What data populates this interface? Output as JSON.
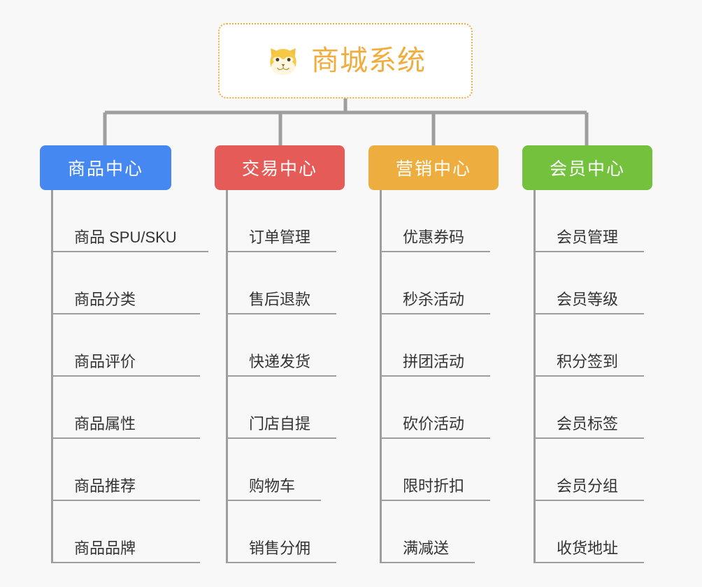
{
  "root": {
    "icon": "shiba-dog-face-icon",
    "title": "商城系统",
    "accent_color": "#f0ad3e",
    "border_style": "dotted",
    "background": "#ffffff"
  },
  "canvas": {
    "background": "#f8f8f8",
    "connector_color": "#9e9e9e"
  },
  "branches": [
    {
      "title": "商品中心",
      "color": "#4688f1",
      "items": [
        "商品 SPU/SKU",
        "商品分类",
        "商品评价",
        "商品属性",
        "商品推荐",
        "商品品牌"
      ]
    },
    {
      "title": "交易中心",
      "color": "#e45b57",
      "items": [
        "订单管理",
        "售后退款",
        "快递发货",
        "门店自提",
        "购物车",
        "销售分佣"
      ]
    },
    {
      "title": "营销中心",
      "color": "#eeae3f",
      "items": [
        "优惠券码",
        "秒杀活动",
        "拼团活动",
        "砍价活动",
        "限时折扣",
        "满减送"
      ]
    },
    {
      "title": "会员中心",
      "color": "#73c13d",
      "items": [
        "会员管理",
        "会员等级",
        "积分签到",
        "会员标签",
        "会员分组",
        "收货地址"
      ]
    }
  ]
}
